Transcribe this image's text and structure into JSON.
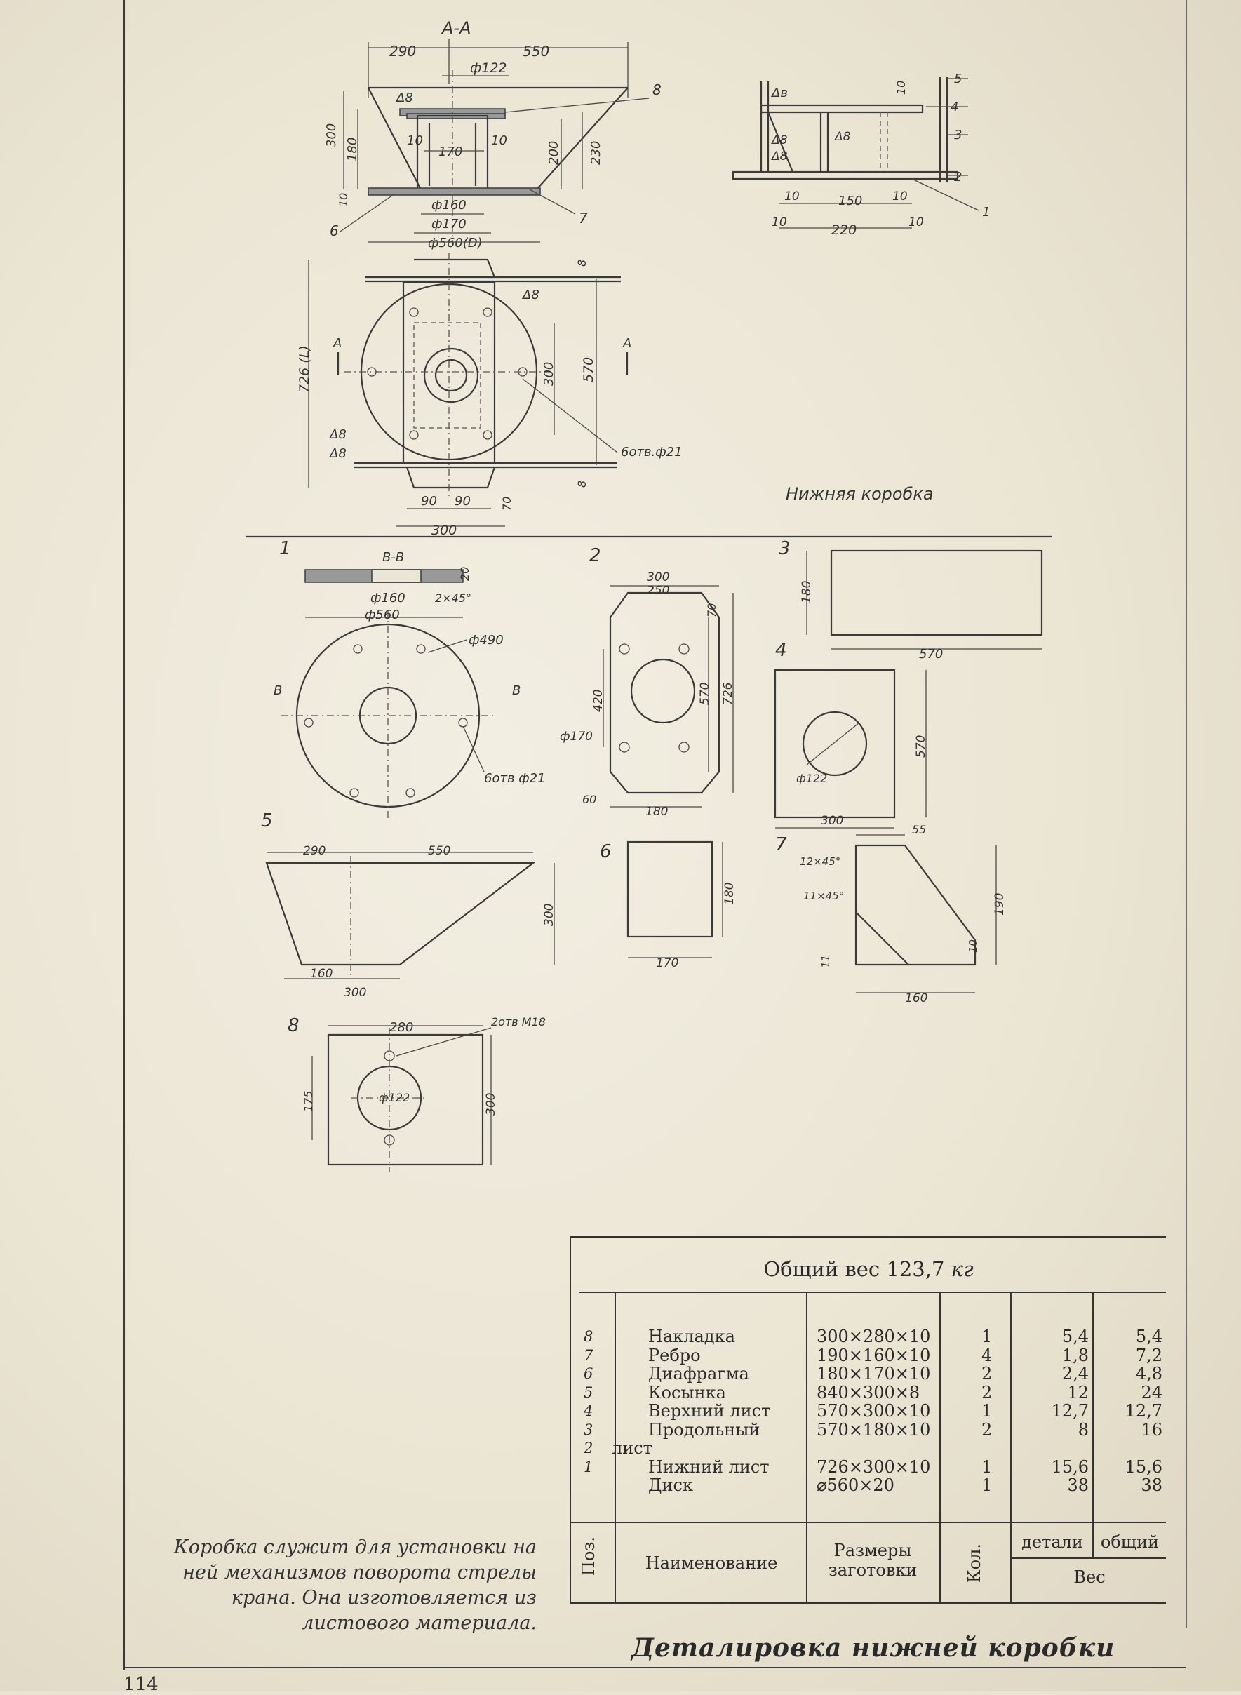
{
  "drawing": {
    "section_aa": {
      "label": "А-А",
      "dims": {
        "left": "290",
        "right": "550",
        "bore": "ф122",
        "top_h": "300",
        "inner_h": "180",
        "plate": "10",
        "gap1": "10",
        "mid": "170",
        "gap2": "10",
        "h200": "200",
        "h230": "230",
        "d160": "ф160",
        "d170": "ф170",
        "d560": "ф560(D)"
      },
      "callouts": {
        "c8": "8",
        "c6": "6",
        "c7": "7"
      },
      "weld": "Δ8"
    },
    "side_view": {
      "weld_top": "Δв",
      "weld_a": "Δ8",
      "weld_b": "Δ8",
      "weld_c": "Δ8",
      "dim_v10": "10",
      "dims": {
        "d10a": "10",
        "d150": "150",
        "d10b": "10",
        "d10c": "10",
        "d220": "220",
        "d10d": "10"
      },
      "callouts": {
        "n5": "5",
        "n4": "4",
        "n3": "3",
        "n2": "2",
        "n1": "1"
      }
    },
    "plan_view": {
      "dims": {
        "d8top": "8",
        "l726": "726 (L)",
        "d570": "570",
        "d300": "300",
        "d8bot": "8",
        "d90a": "90",
        "d90b": "90",
        "d70": "70",
        "d300b": "300"
      },
      "weld": "Δ8",
      "weld_l1": "Δ8",
      "weld_l2": "Δ8",
      "holes": "6отв.ф21",
      "section_mark_left": "A",
      "section_mark_right": "A"
    },
    "assembly_caption": "Нижняя коробка",
    "part1": {
      "num": "1",
      "label": "В-В",
      "d20": "20",
      "d160": "ф160",
      "chamfer": "2×45°",
      "d560": "ф560",
      "d490": "ф490",
      "mark_l": "В",
      "mark_r": "В",
      "holes": "6отв ф21"
    },
    "part2": {
      "num": "2",
      "d300": "300",
      "d250": "250",
      "d70": "70",
      "d420": "420",
      "d570": "570",
      "d726": "726",
      "d170": "ф170",
      "d60": "60",
      "d180": "180"
    },
    "part3": {
      "num": "3",
      "d180": "180",
      "d570": "570"
    },
    "part4": {
      "num": "4",
      "d570": "570",
      "d122": "ф122",
      "d300": "300"
    },
    "part5": {
      "num": "5",
      "d290": "290",
      "d550": "550",
      "d300": "300",
      "d160": "160",
      "d300b": "300"
    },
    "part6": {
      "num": "6",
      "d180": "180",
      "d170": "170"
    },
    "part7": {
      "num": "7",
      "d55": "55",
      "c12": "12×45°",
      "c11": "11×45°",
      "d190": "190",
      "d11": "11",
      "d10": "10",
      "d160": "160"
    },
    "part8": {
      "num": "8",
      "d280": "280",
      "holes": "2отв М18",
      "d175": "175",
      "d122": "ф122",
      "d300": "300"
    }
  },
  "table": {
    "title_prefix": "Общий вес 123,7",
    "title_unit": "кг",
    "rows": [
      {
        "pos": "8",
        "name": "Накладка",
        "size": "300×280×10",
        "qty": "1",
        "w_part": "5,4",
        "w_total": "5,4"
      },
      {
        "pos": "7",
        "name": "Ребро",
        "size": "190×160×10",
        "qty": "4",
        "w_part": "1,8",
        "w_total": "7,2"
      },
      {
        "pos": "6",
        "name": "Диафрагма",
        "size": "180×170×10",
        "qty": "2",
        "w_part": "2,4",
        "w_total": "4,8"
      },
      {
        "pos": "5",
        "name": "Косынка",
        "size": "840×300×8",
        "qty": "2",
        "w_part": "12",
        "w_total": "24"
      },
      {
        "pos": "4",
        "name": "Верхний лист",
        "size": "570×300×10",
        "qty": "1",
        "w_part": "12,7",
        "w_total": "12,7"
      },
      {
        "pos": "3",
        "name": "Продольный",
        "size": "570×180×10",
        "qty": "2",
        "w_part": "8",
        "w_total": "16"
      },
      {
        "pos": "2",
        "name": "лист",
        "size": "",
        "qty": "",
        "w_part": "",
        "w_total": ""
      },
      {
        "pos": "1",
        "name": "Нижний лист",
        "size": "726×300×10",
        "qty": "1",
        "w_part": "15,6",
        "w_total": "15,6"
      },
      {
        "pos": "",
        "name": "Диск",
        "size": "⌀560×20",
        "qty": "1",
        "w_part": "38",
        "w_total": "38"
      }
    ],
    "headers": {
      "pos": "Поз.",
      "name": "Наименование",
      "size": "Размеры заготовки",
      "qty": "Кол.",
      "weight_part": "детали",
      "weight_total": "общий",
      "weight": "Вес"
    }
  },
  "description": "Коробка служит для установки на ней механизмов поворота стрелы крана. Она изготовляется из листового материала.",
  "footer": {
    "title": "Деталировка нижней коробки",
    "page_number": "114"
  }
}
